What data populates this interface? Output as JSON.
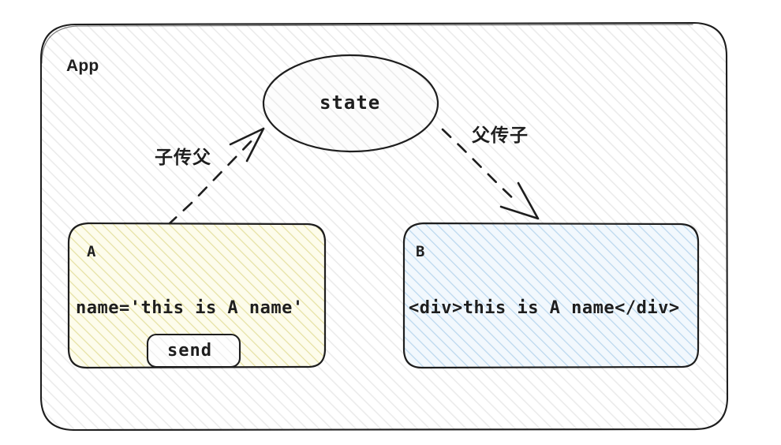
{
  "diagram": {
    "type": "hand-drawn-flow-diagram",
    "container": {
      "label": "App",
      "fill": "#ffffff",
      "hatch_color": "#ebebeb",
      "stroke": "#1e1e1e"
    },
    "nodes": [
      {
        "id": "state",
        "shape": "ellipse",
        "label": "state",
        "fill": "#fcfcfc",
        "hatch_color": "#ebebeb",
        "stroke": "#1e1e1e"
      },
      {
        "id": "a",
        "shape": "rounded-rect",
        "title": "A",
        "code": "name='this is A name'",
        "button_label": "send",
        "fill": "#fdfcec",
        "hatch_color": "#e6e2a6",
        "stroke": "#1e1e1e"
      },
      {
        "id": "b",
        "shape": "rounded-rect",
        "title": "B",
        "code": "<div>this is A name</div>",
        "fill": "#f2f8fd",
        "hatch_color": "#bcd8ee",
        "stroke": "#1e1e1e"
      }
    ],
    "edges": [
      {
        "id": "a-to-state",
        "label": "子传父",
        "from": "a",
        "to": "state",
        "style": "dashed",
        "arrowhead": "open",
        "stroke": "#1e1e1e"
      },
      {
        "id": "state-to-b",
        "label": "父传子",
        "from": "state",
        "to": "b",
        "style": "dashed",
        "arrowhead": "open",
        "stroke": "#1e1e1e"
      }
    ]
  }
}
